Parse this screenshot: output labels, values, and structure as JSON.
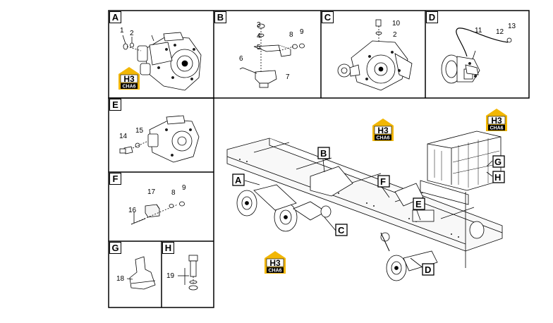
{
  "panels": {
    "A": "A",
    "B": "B",
    "C": "C",
    "D": "D",
    "E": "E",
    "F": "F",
    "G": "G",
    "H": "H"
  },
  "callouts": {
    "c1": "1",
    "c2": "2",
    "c3": "3",
    "c4": "4",
    "c5": "5",
    "c6": "6",
    "c7": "7",
    "c8": "8",
    "c9": "9",
    "c10": "10",
    "c11": "11",
    "c12": "12",
    "c13": "13",
    "c14": "14",
    "c15": "15",
    "c16": "16",
    "c17": "17",
    "c18": "18",
    "c19": "19",
    "c2C": "2",
    "c8F": "8",
    "c9F": "9"
  },
  "overview_labels": {
    "A": "A",
    "B": "B",
    "C": "C",
    "D": "D",
    "E": "E",
    "F": "F",
    "G": "G",
    "H": "H"
  },
  "watermark": {
    "top": "H3",
    "bottom": "CHA6",
    "accent_color": "#f2b705"
  }
}
